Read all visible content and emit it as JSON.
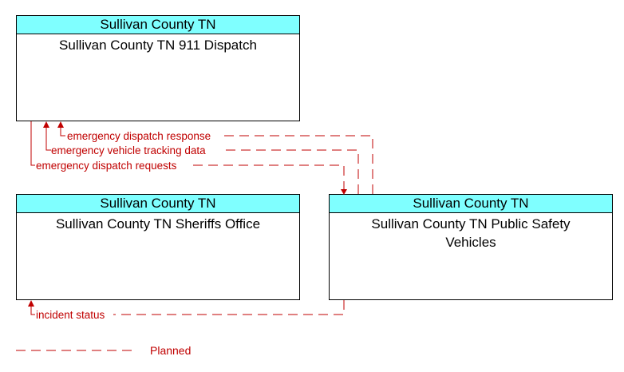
{
  "boxes": {
    "dispatch": {
      "header": "Sullivan County TN",
      "title": "Sullivan County TN 911 Dispatch"
    },
    "sheriff": {
      "header": "Sullivan County TN",
      "title": "Sullivan County TN Sheriffs Office"
    },
    "vehicles": {
      "header": "Sullivan County TN",
      "title": "Sullivan County TN Public Safety Vehicles"
    }
  },
  "flows": {
    "dispatch_response": "emergency dispatch response",
    "tracking_data": "emergency vehicle tracking data",
    "dispatch_requests": "emergency dispatch requests",
    "incident_status": "incident status"
  },
  "legend": {
    "planned": "Planned"
  },
  "colors": {
    "header": "#7fffff",
    "flow": "#c00000"
  }
}
